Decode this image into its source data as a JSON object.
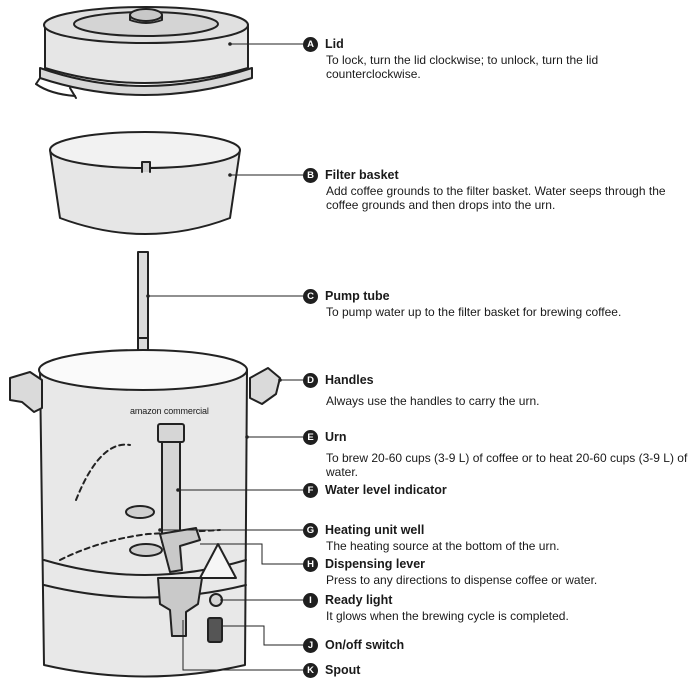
{
  "brand_logo": "amazon commercial",
  "parts": [
    {
      "letter": "A",
      "name": "Lid",
      "description": "To lock, turn the lid clockwise; to unlock, turn the lid counterclockwise."
    },
    {
      "letter": "B",
      "name": "Filter basket",
      "description": "Add coffee grounds to the filter basket. Water seeps through the coffee grounds and then drops into the urn."
    },
    {
      "letter": "C",
      "name": "Pump tube",
      "description": "To pump water up to the filter basket for brewing coffee."
    },
    {
      "letter": "D",
      "name": "Handles",
      "description": "Always use the handles to carry the urn."
    },
    {
      "letter": "E",
      "name": "Urn",
      "description": "To brew 20-60 cups (3-9 L) of coffee or to heat 20-60 cups (3-9 L) of water."
    },
    {
      "letter": "F",
      "name": "Water level indicator",
      "description": ""
    },
    {
      "letter": "G",
      "name": "Heating unit well",
      "description": "The heating source at the bottom of the urn."
    },
    {
      "letter": "H",
      "name": "Dispensing lever",
      "description": "Press to any directions to dispense coffee or water."
    },
    {
      "letter": "I",
      "name": "Ready light",
      "description": "It glows when the brewing cycle is completed."
    },
    {
      "letter": "J",
      "name": "On/off switch",
      "description": ""
    },
    {
      "letter": "K",
      "name": "Spout",
      "description": ""
    }
  ]
}
